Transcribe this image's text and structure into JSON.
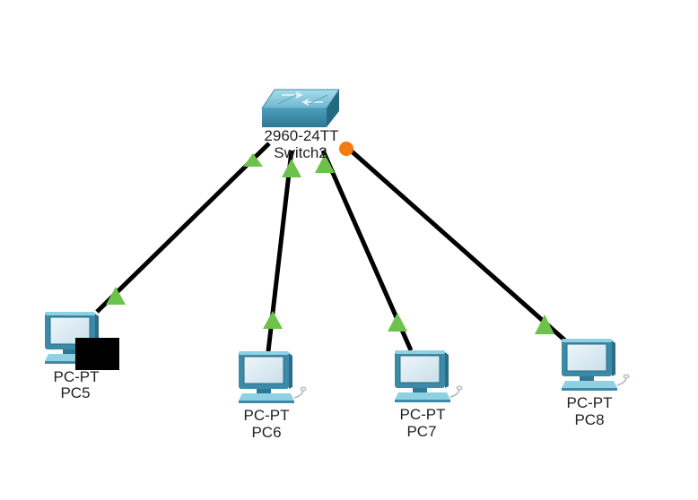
{
  "colors": {
    "background": "#ffffff",
    "link": "#000000",
    "link_up": "#6cc24a",
    "link_pending": "#f47a12",
    "device_body": "#3b8aa8",
    "device_light": "#7fc3d8",
    "screen": "#d9e9f1",
    "label": "#222222",
    "redaction": "#000000"
  },
  "switch": {
    "model": "2960-24TT",
    "name": "Switch2",
    "icon": "switch-icon"
  },
  "devices": [
    {
      "model": "PC-PT",
      "name": "PC5",
      "icon": "pc-icon",
      "switch_port_status": "up",
      "device_port_status": "up"
    },
    {
      "model": "PC-PT",
      "name": "PC6",
      "icon": "pc-icon",
      "switch_port_status": "up",
      "device_port_status": "up"
    },
    {
      "model": "PC-PT",
      "name": "PC7",
      "icon": "pc-icon",
      "switch_port_status": "up",
      "device_port_status": "up"
    },
    {
      "model": "PC-PT",
      "name": "PC8",
      "icon": "pc-icon",
      "switch_port_status": "pending",
      "device_port_status": "up"
    }
  ]
}
